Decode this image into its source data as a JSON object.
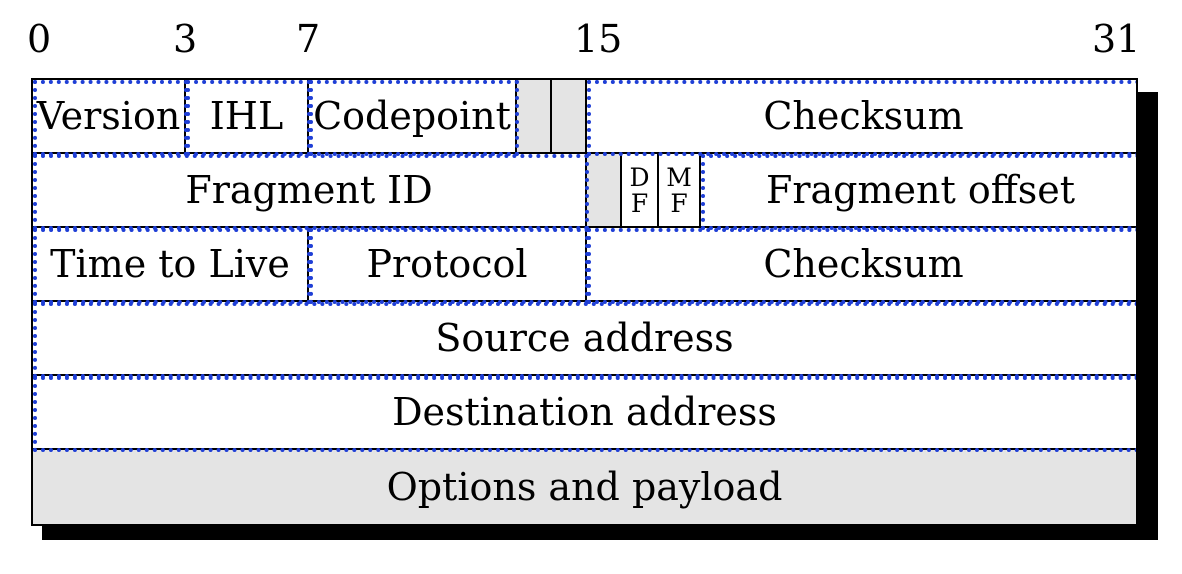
{
  "bit_positions": [
    "0",
    "3",
    "7",
    "15",
    "31"
  ],
  "rows": {
    "row1": {
      "version": "Version",
      "ihl": "IHL",
      "codepoint": "Codepoint",
      "checksum": "Checksum"
    },
    "row2": {
      "fragment_id": "Fragment ID",
      "df_top": "D",
      "df_bottom": "F",
      "mf_top": "M",
      "mf_bottom": "F",
      "fragment_offset": "Fragment offset"
    },
    "row3": {
      "ttl": "Time to Live",
      "protocol": "Protocol",
      "checksum": "Checksum"
    },
    "row4": {
      "source": "Source address"
    },
    "row5": {
      "destination": "Destination address"
    },
    "row6": {
      "payload": "Options and payload"
    }
  },
  "colors": {
    "highlight_dots": "#1f3fd6",
    "reserved_fill": "#e4e4e4"
  }
}
